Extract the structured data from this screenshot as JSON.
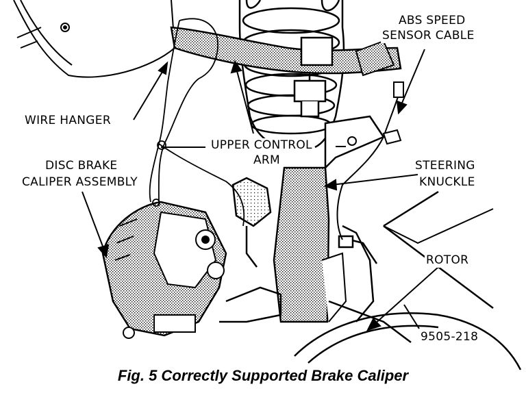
{
  "labels": {
    "abs_speed_sensor_cable_line1": "ABS SPEED",
    "abs_speed_sensor_cable_line2": "SENSOR CABLE",
    "wire_hanger": "WIRE HANGER",
    "upper_control_arm_line1": "UPPER CONTROL",
    "upper_control_arm_line2": "ARM",
    "disc_brake_caliper_line1": "DISC BRAKE",
    "disc_brake_caliper_line2": "CALIPER ASSEMBLY",
    "steering_knuckle_line1": "STEERING",
    "steering_knuckle_line2": "KNUCKLE",
    "rotor": "ROTOR",
    "figure_number": "9505-218"
  },
  "caption": "Fig. 5 Correctly Supported Brake Caliper"
}
